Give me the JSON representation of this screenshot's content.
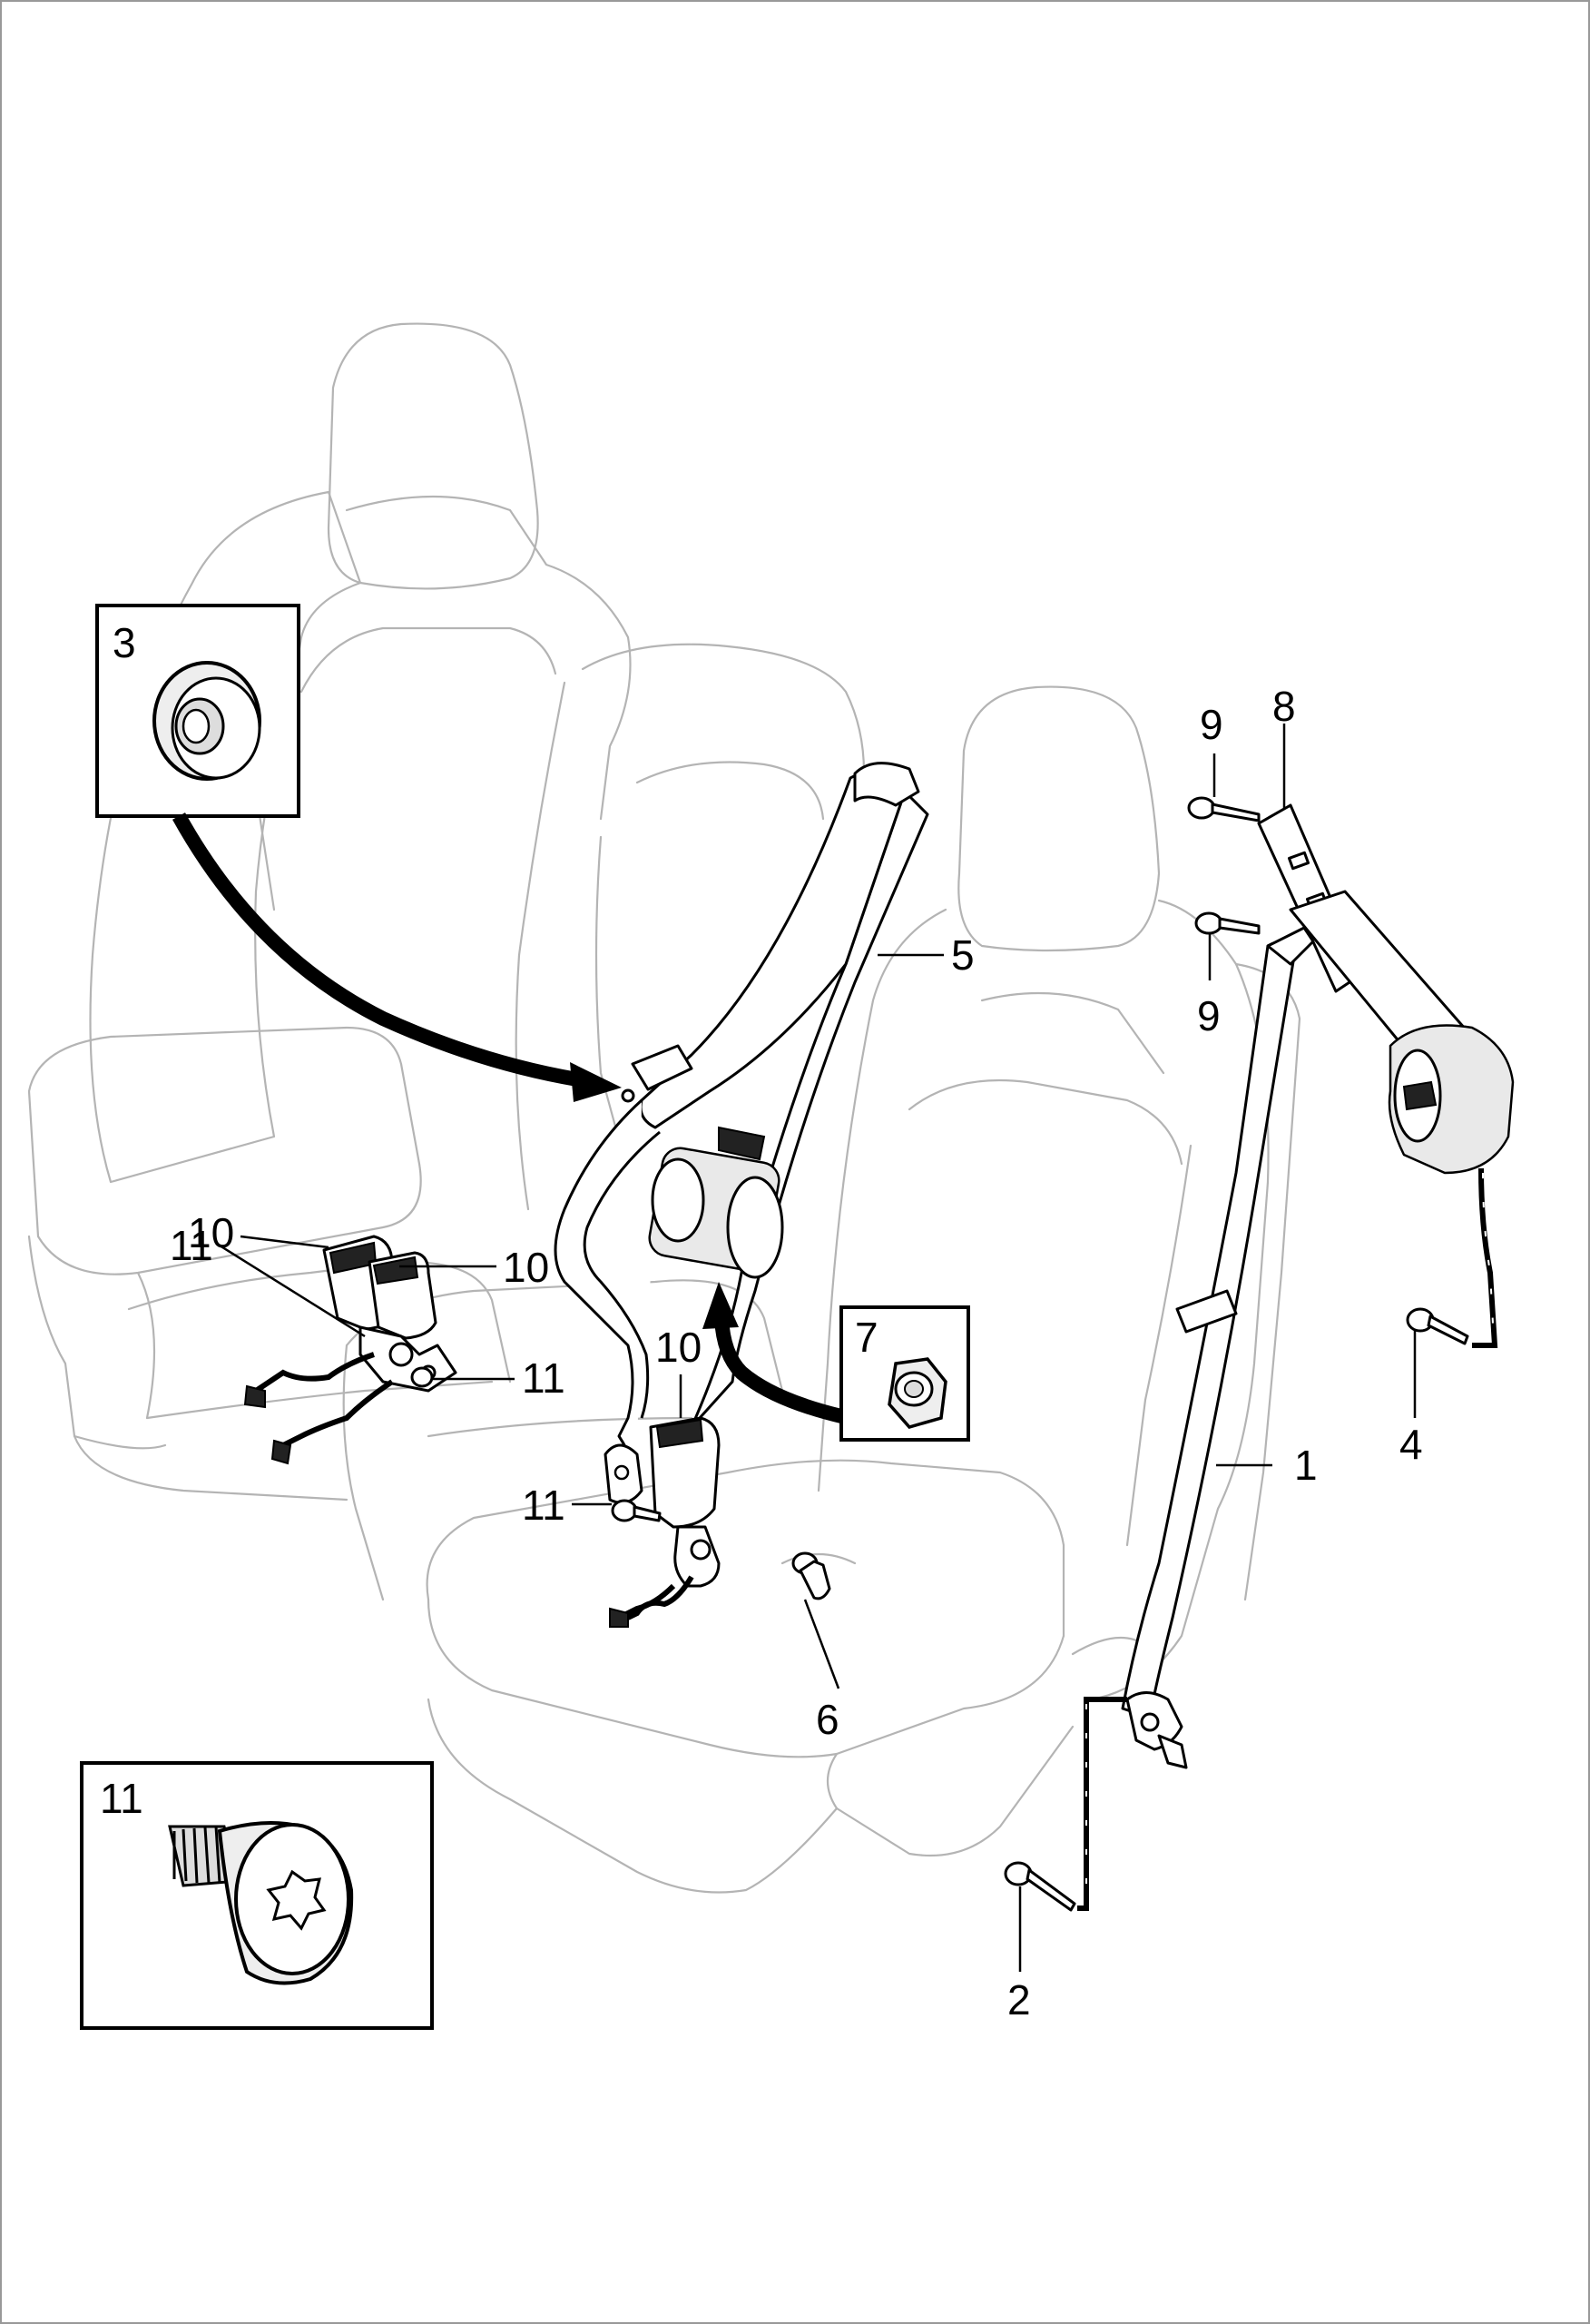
{
  "diagram": {
    "callouts": {
      "c1": "1",
      "c2": "2",
      "c3": "3",
      "c4": "4",
      "c5": "5",
      "c6": "6",
      "c7": "7",
      "c8": "8",
      "c9a": "9",
      "c9b": "9",
      "c10a": "10",
      "c10b": "10",
      "c10c": "10",
      "c11a": "11",
      "c11b": "11",
      "c11c": "11",
      "c11d": "11"
    },
    "inset_labels": {
      "grommet": "3",
      "nut": "7",
      "bolt": "11"
    }
  }
}
